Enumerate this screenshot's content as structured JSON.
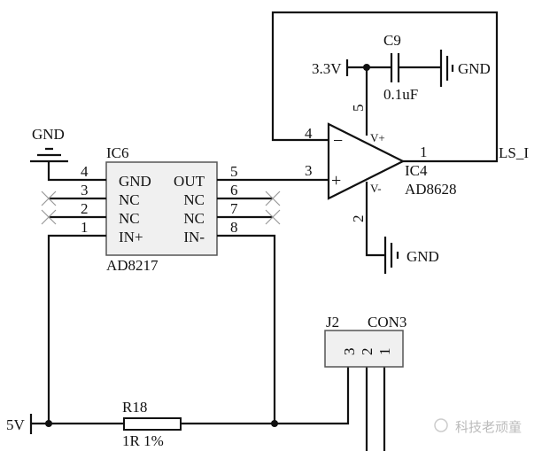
{
  "ic6": {
    "ref": "IC6",
    "part": "AD8217",
    "left_pins": [
      {
        "num": "4",
        "name": "GND"
      },
      {
        "num": "3",
        "name": "NC"
      },
      {
        "num": "2",
        "name": "NC"
      },
      {
        "num": "1",
        "name": "IN+"
      }
    ],
    "right_pins": [
      {
        "num": "5",
        "name": "OUT"
      },
      {
        "num": "6",
        "name": "NC"
      },
      {
        "num": "7",
        "name": "NC"
      },
      {
        "num": "8",
        "name": "IN-"
      }
    ],
    "gnd_label": "GND"
  },
  "ic4": {
    "ref": "IC4",
    "part": "AD8628",
    "pin_inv": "4",
    "pin_noninv": "3",
    "pin_out": "1",
    "pin_vpos": "5",
    "pin_vneg": "2",
    "vpos_label": "V+",
    "vneg_label": "V-",
    "minus": "−",
    "plus": "+",
    "gnd_label": "GND"
  },
  "c9": {
    "ref": "C9",
    "value": "0.1uF",
    "supply": "3.3V",
    "gnd_label": "GND"
  },
  "output_net": "LS_I",
  "r18": {
    "ref": "R18",
    "value": "1R 1%",
    "supply": "5V"
  },
  "j2": {
    "ref": "J2",
    "part": "CON3",
    "pins": [
      "3",
      "2",
      "1"
    ]
  },
  "watermark": "科技老顽童"
}
